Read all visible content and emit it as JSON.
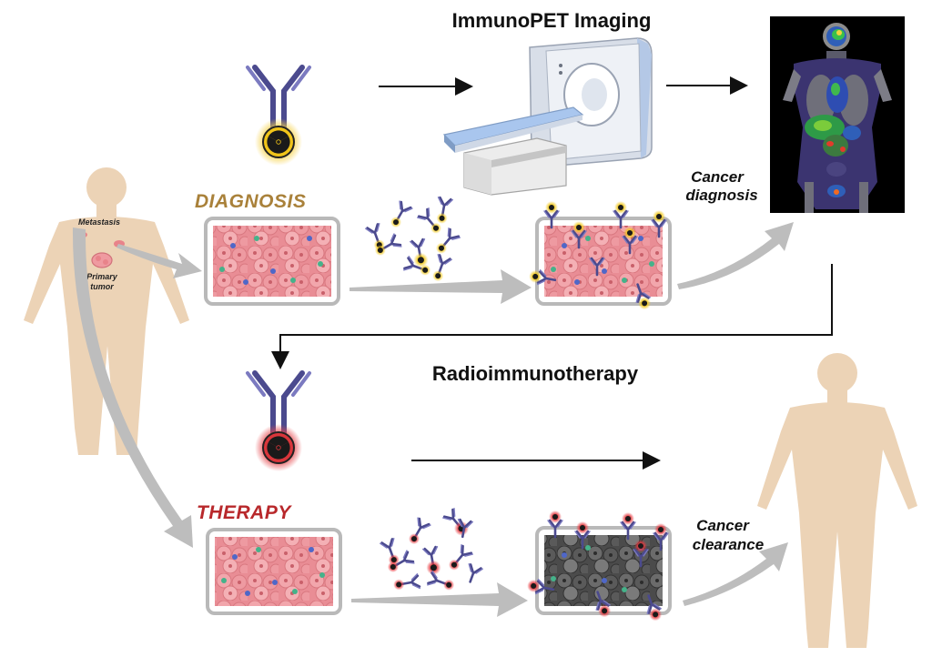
{
  "titles": {
    "imaging": "ImmunoPET Imaging",
    "therapy": "Radioimmunotherapy"
  },
  "sections": {
    "diagnosis": "DIAGNOSIS",
    "therapy": "THERAPY"
  },
  "notes": {
    "cancer_diagnosis_line1": "Cancer",
    "cancer_diagnosis_line2": "diagnosis",
    "cancer_clearance_line1": "Cancer",
    "cancer_clearance_line2": "clearance"
  },
  "body_labels": {
    "metastasis": "Metastasis",
    "primary_line1": "Primary",
    "primary_line2": "tumor"
  },
  "colors": {
    "diagnosis": "#a9813a",
    "therapy": "#b8282b",
    "antibody": "#4b4a8e",
    "skin": "#ecd3b6",
    "tumor": "#ec8d93",
    "diag_isotope": "#f0c419",
    "ther_isotope": "#d9363b",
    "panel_border": "#b9b9b9",
    "flow_arrow": "#bdbdbd"
  },
  "icons": {
    "radiation": "radiation-trefoil-icon",
    "antibody": "antibody-y-icon",
    "scanner": "pet-scanner-icon",
    "pet_image": "pet-scan-image",
    "human": "human-silhouette"
  }
}
